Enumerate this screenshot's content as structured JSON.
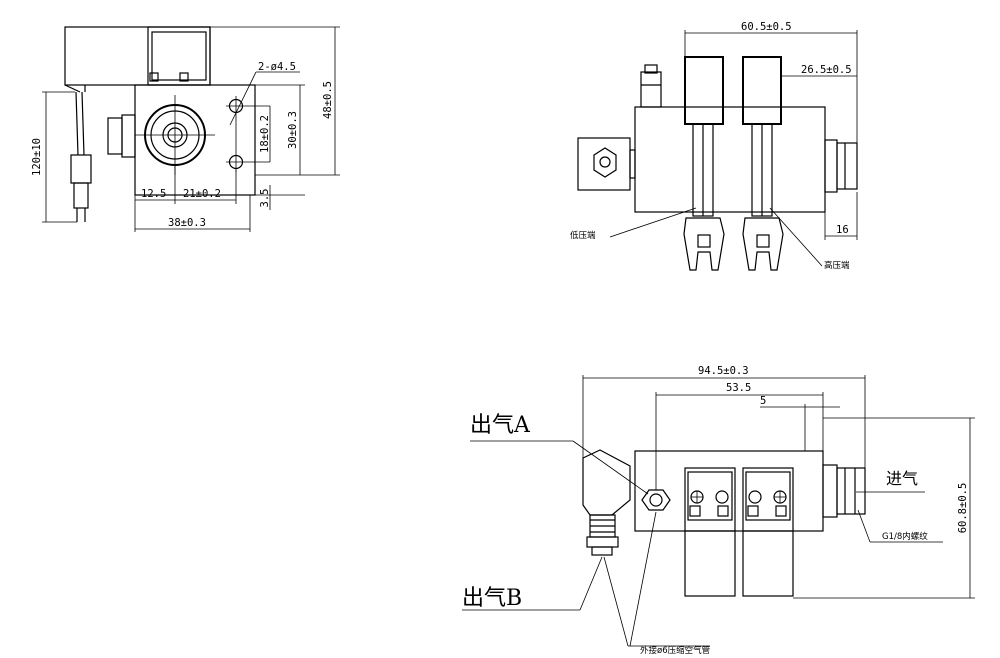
{
  "diagram": {
    "view_side": {
      "dim_hole": "2-ø4.5",
      "dim_height_total": "48±0.5",
      "dim_hole_spacing": "18±0.2",
      "dim_body_height": "30±0.3",
      "dim_offset": "3.5",
      "dim_left": "12.5",
      "dim_mid": "21±0.2",
      "dim_width": "38±0.3",
      "dim_lead": "120±10"
    },
    "view_front": {
      "dim_top": "60.5±0.5",
      "dim_right": "26.5±0.5",
      "dim_bottom_right": "16",
      "label_low": "低压端",
      "label_high": "高压端"
    },
    "view_top": {
      "dim_total": "94.5±0.3",
      "dim_53": "53.5",
      "dim_5": "5",
      "dim_height": "60.8±0.5",
      "label_outA": "出气A",
      "label_outB": "出气B",
      "label_in": "进气",
      "label_thread": "G1/8内螺纹",
      "label_tube": "外接ø6压缩空气管"
    }
  }
}
